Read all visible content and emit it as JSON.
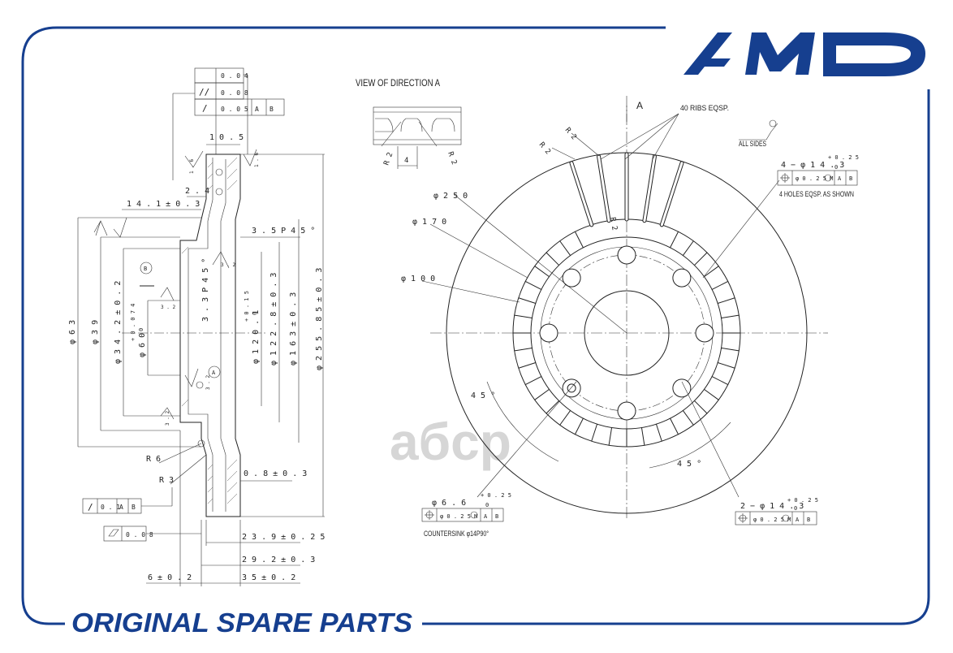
{
  "brand": {
    "logo_text": "AMD",
    "footer_text": "ORIGINAL SPARE PARTS",
    "watermark": "aбcp",
    "color_primary": "#163f8f"
  },
  "view_label": "VIEW OF DIRECTION A",
  "section_label_a": "A",
  "ribs_note": "40 RIBS EQSP.",
  "all_sides": "ALL SIDES",
  "holes_note": "4 HOLES EQSP. AS SHOWN",
  "countersink_note": "COUNTERSINK φ14Р90°",
  "left_dims": {
    "d_10_5": "1 0 . 5",
    "d_2_4": "2 . 4",
    "d_14_1": "1 4 . 1 ± 0 . 3",
    "d_3_5": "3 . 5 Р 4 5 °",
    "d_3_3": "3 . 3 Р 4 5 °",
    "phi63": "φ 6 3",
    "phi39": "φ 3 9",
    "phi34": "φ 3 4 . 2 ± 0 . 2",
    "phi60": "φ 6 0",
    "tol60": "+ 0 . 0 7 4",
    "tol60b": "0",
    "phi120": "φ 1 2 0 . 1",
    "tol120": "+ 0 . 1 5",
    "tol120b": "0",
    "phi122": "φ 1 2 2 . 8 ± 0 . 3",
    "phi163": "φ 1 6 3 ± 0 . 3",
    "phi255": "φ 2 5 5 . 8 5 ± 0 . 3",
    "r6": "R 6",
    "r3": "R 3",
    "d_0_8": "0 . 8 ± 0 . 3",
    "d_23_9": "2 3 . 9 ± 0 . 2 5",
    "d_29_2": "2 9 . 2 ± 0 . 3",
    "d_6": "6 ± 0 . 2",
    "d_35": "3 5 ± 0 . 2",
    "rough_1_6": "1 . 6",
    "rough_3_2": "3 . 2",
    "datum_b": "B",
    "datum_a": "A"
  },
  "tol_frames": {
    "top1": "0 . 0 4",
    "top2": "0 . 0 8",
    "top3": "0 . 0 5",
    "bottom1": "0 . 1",
    "bottom2": "0 . 0 8",
    "ref_a": "A",
    "ref_b": "B"
  },
  "view_dims": {
    "r2_left": "R 2",
    "r2_right": "R 2",
    "d4": "4"
  },
  "right_dims": {
    "phi250": "φ 2 5 0",
    "phi170": "φ 1 7 0",
    "phi100": "φ 1 0 0",
    "r2a": "R 2",
    "r2b": "R 2",
    "r2c": "R 2",
    "holes_4": "4 − φ 1 4 . 3",
    "holes_2": "2 − φ 1 4 . 3",
    "hole_6": "φ 6 . 6",
    "tol_025": "+ 0 . 2 5",
    "tol_0": "0",
    "pos_tol": "φ 0 . 2 5 M",
    "angle_45a": "4 5 °",
    "angle_45b": "4 5 °"
  }
}
